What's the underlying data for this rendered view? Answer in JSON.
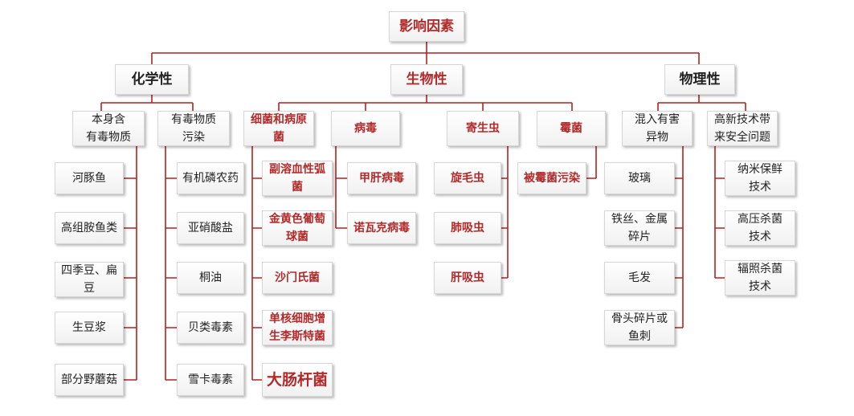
{
  "colors": {
    "line": "#b22222",
    "accent_text": "#b22a2a",
    "text": "#222222"
  },
  "root": "影响因素",
  "chemical": {
    "label": "化学性",
    "self_toxic": {
      "label": "本身含\n有毒物质",
      "items": [
        "河豚鱼",
        "高组胺鱼类",
        "四季豆、扁\n豆",
        "生豆浆",
        "部分野蘑菇"
      ]
    },
    "contaminated": {
      "label": "有毒物质\n污染",
      "items": [
        "有机磷农药",
        "亚硝酸盐",
        "桐油",
        "贝类毒素",
        "雪卡毒素"
      ]
    }
  },
  "biological": {
    "label": "生物性",
    "bacteria": {
      "label": "细菌和病原\n菌",
      "items": [
        "副溶血性弧\n菌",
        "金黄色葡萄\n球菌",
        "沙门氏菌",
        "单核细胞增\n生李斯特菌",
        "大肠杆菌"
      ]
    },
    "virus": {
      "label": "病毒",
      "items": [
        "甲肝病毒",
        "诺瓦克病毒"
      ]
    },
    "parasite": {
      "label": "寄生虫",
      "items": [
        "旋毛虫",
        "肺吸虫",
        "肝吸虫"
      ]
    },
    "mold": {
      "label": "霉菌",
      "items": [
        "被霉菌污染"
      ]
    }
  },
  "physical": {
    "label": "物理性",
    "foreign": {
      "label": "混入有害\n异物",
      "items": [
        "玻璃",
        "铁丝、金属\n碎片",
        "毛发",
        "骨头碎片或\n鱼刺"
      ]
    },
    "tech": {
      "label": "高新技术带\n来安全问题",
      "items": [
        "纳米保鲜\n技术",
        "高压杀菌\n技术",
        "辐照杀菌\n技术"
      ]
    }
  }
}
